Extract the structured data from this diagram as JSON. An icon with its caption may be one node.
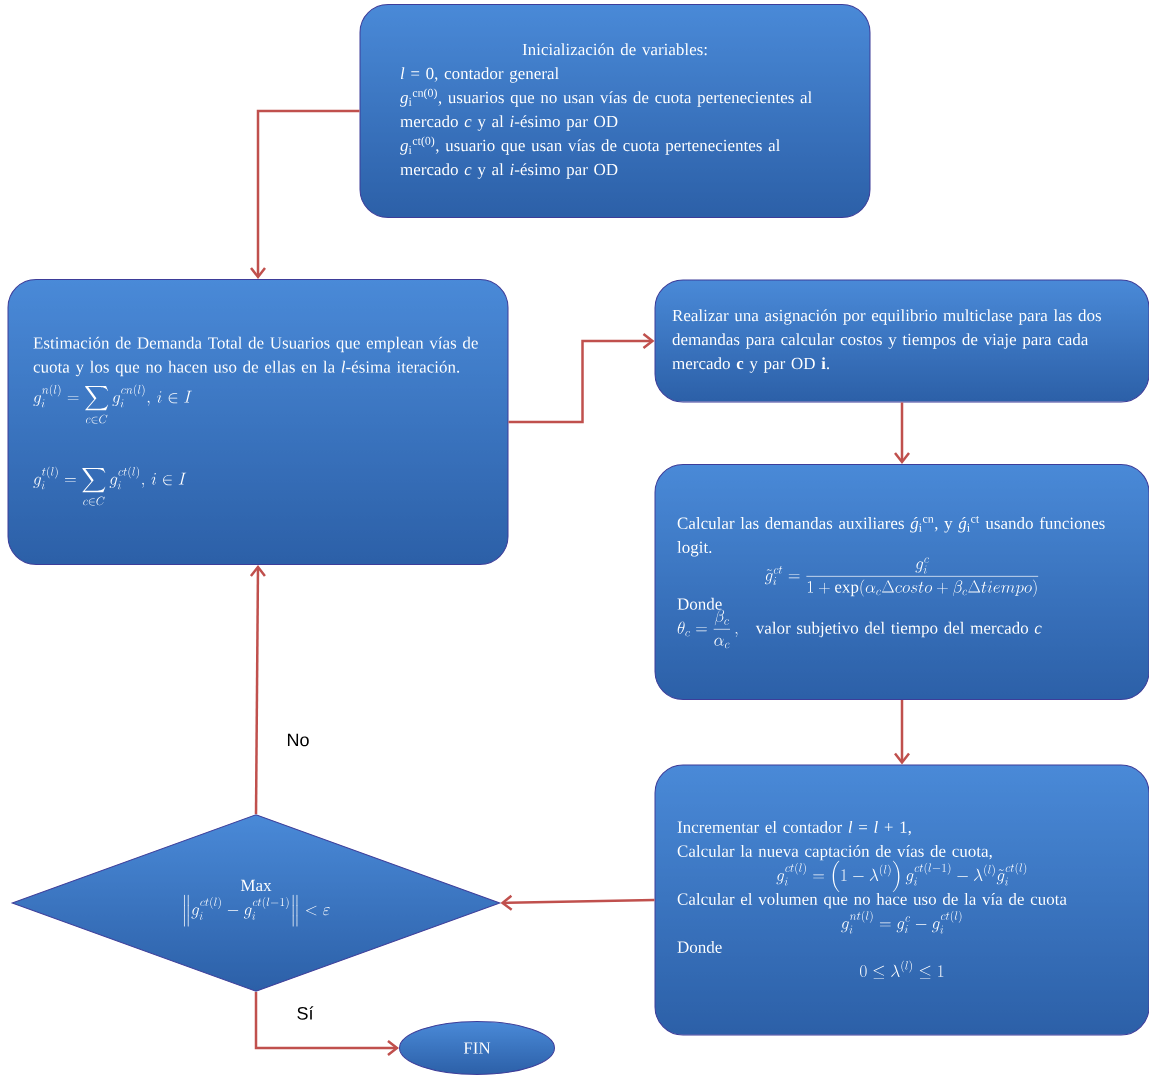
{
  "diagram": {
    "nodes": [
      {
        "text": [
          "Inicialización de variables:",
          "*l* = 0, contador general",
          "*g*$_{i}$$^{cn(0)}$, usuarios que no usan vías de cuota pertenecientes al mercado *c* y al *i*-ésimo par OD",
          "*g*$_{i}$$^{ct(0)}$, usuario que usan vías de cuota pertenecientes al mercado *c* y al *i*-ésimo par OD"
        ]
      },
      {
        "text": [
          "Estimación de Demanda Total de Usuarios que emplean vías de cuota y los que no hacen uso de ellas en la *l*-ésima iteración.",
          "g_i^{n(l)}=\\sum_{c\\in C} g_i^{cn(l)},\\, i\\in I",
          "g_i^{t(l)}=\\sum_{c\\in C} g_i^{ct(l)},\\, i\\in I"
        ]
      },
      {
        "text": [
          "Realizar una asignación por equilibrio multiclase para las dos demandas para calcular costos y tiempos de viaje para cada mercado **c** y par OD **i**."
        ]
      },
      {
        "text": [
          "Calcular las demandas auxiliares *ǵ*$_{i}$$^{cn}$, y *ǵ*$_{i}$$^{ct}$ usando funciones logit.",
          "\\tilde{g}_i^{ct}=\\frac{g_i^{c}}{1+\\exp(\\alpha_c\\Delta costo+\\beta_c\\Delta tiempo)}",
          "Donde",
          "\\theta_c=\\frac{\\beta_c}{\\alpha_c}\\,,",
          "valor subjetivo del tiempo del mercado *c*"
        ]
      },
      {
        "text": [
          "Incrementar el contador *l* = *l* + 1,",
          "Calcular la nueva captación de vías de cuota,",
          "g_i^{ct(l)}=\\left(1-\\lambda^{(l)}\\right)g_i^{ct(l-1)}-\\lambda^{(l)}\\tilde{g}_i^{ct(l)}",
          "Calcular el volumen que no hace uso de la vía de cuota",
          "g_i^{nt(l)}=g_i^{c}-g_i^{ct(l)}",
          "Donde",
          "0\\le\\lambda^{(l)}\\le 1"
        ]
      },
      {
        "text": [
          "Max",
          "\\left\\| g_i^{ct(l)}-g_i^{ct(l-1)}\\right\\|<\\varepsilon"
        ]
      },
      {
        "text": [
          "FIN"
        ]
      }
    ],
    "edges": [
      {
        "from": 0,
        "to": 1,
        "arrow": "to"
      },
      {
        "from": 1,
        "to": 2,
        "arrow": "to"
      },
      {
        "from": 2,
        "to": 3,
        "arrow": "to"
      },
      {
        "from": 3,
        "to": 4,
        "arrow": "to"
      },
      {
        "from": 4,
        "to": 5,
        "arrow": "to"
      },
      {
        "from": 5,
        "to": 1,
        "arrow": "to",
        "label": "No"
      },
      {
        "from": 5,
        "to": 6,
        "arrow": "to",
        "label": "Sí"
      }
    ]
  }
}
